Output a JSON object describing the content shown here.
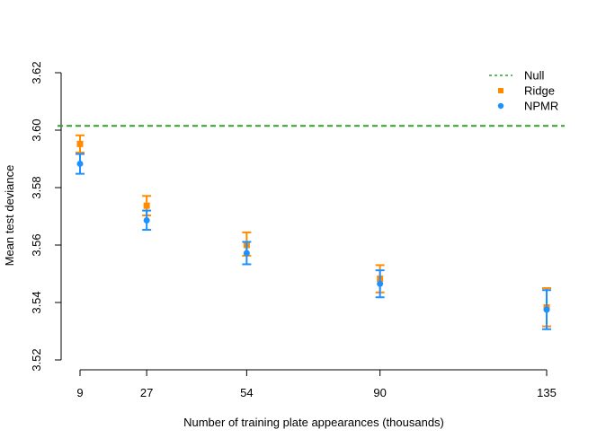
{
  "chart_data": {
    "type": "scatter",
    "title": "",
    "xlabel": "Number of training plate appearances (thousands)",
    "ylabel": "Mean test deviance",
    "x": [
      9,
      27,
      54,
      90,
      135
    ],
    "xlim": [
      9,
      135
    ],
    "ylim": [
      3.52,
      3.62
    ],
    "xticks": [
      "9",
      "27",
      "54",
      "90",
      "135"
    ],
    "yticks": [
      "3.52",
      "3.54",
      "3.56",
      "3.58",
      "3.60",
      "3.62"
    ],
    "null_value": 3.6015,
    "series": [
      {
        "name": "Null",
        "kind": "hline",
        "color": "#33a02c"
      },
      {
        "name": "Ridge",
        "kind": "points",
        "marker": "square",
        "color": "#ff8c00",
        "values": [
          3.5952,
          3.5737,
          3.56,
          3.5483,
          3.5383
        ],
        "err_low": [
          3.5922,
          3.5703,
          3.5563,
          3.5435,
          3.5317
        ],
        "err_high": [
          3.5982,
          3.5771,
          3.5644,
          3.553,
          3.545
        ]
      },
      {
        "name": "NPMR",
        "kind": "points",
        "marker": "circle",
        "color": "#1e90ff",
        "values": [
          3.5883,
          3.5686,
          3.5572,
          3.5465,
          3.5375
        ],
        "err_low": [
          3.5848,
          3.5653,
          3.5533,
          3.5418,
          3.5307
        ],
        "err_high": [
          3.5917,
          3.572,
          3.5611,
          3.5512,
          3.5443
        ]
      }
    ],
    "legend_position": "top-right",
    "grid": false
  }
}
